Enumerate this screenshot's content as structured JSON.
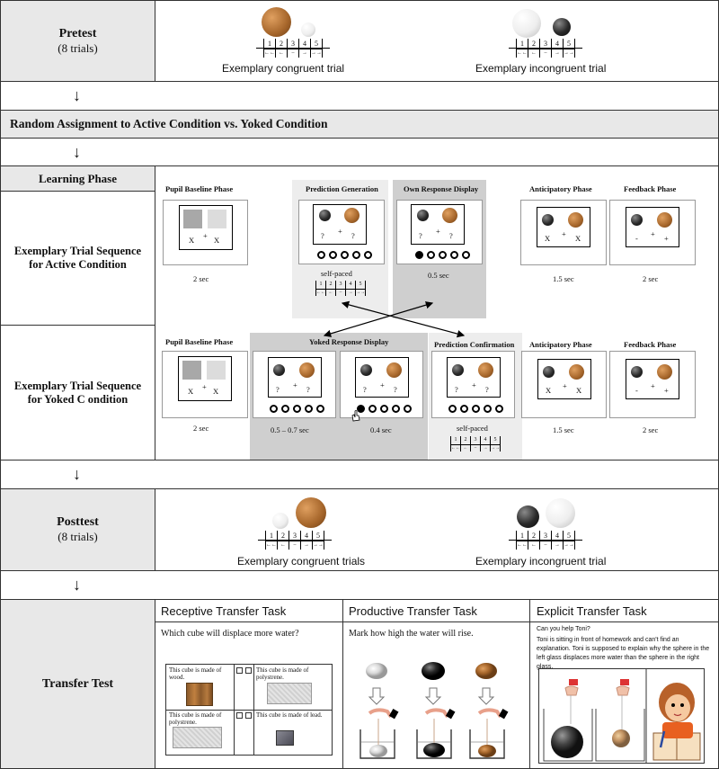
{
  "pretest": {
    "title": "Pretest",
    "subtitle": "(8 trials)",
    "caption_left": "Exemplary congruent trial",
    "caption_right": "Exemplary incongruent trial"
  },
  "scale_numbers": [
    "1",
    "2",
    "3",
    "4",
    "5"
  ],
  "scale_arrows": [
    "←←",
    "←",
    "–",
    "→",
    "→→"
  ],
  "arrow_symbol": "↓",
  "assignment": "Random Assignment to Active Condition vs. Yoked Condition",
  "learning": {
    "title": "Learning Phase",
    "active_label": "Exemplary Trial Sequence for Active Condition",
    "yoked_label": "Exemplary Trial Sequence for Yoked C ondition",
    "phases": {
      "pupil_baseline": "Pupil Baseline Phase",
      "prediction_generation": "Prediction Generation",
      "own_response": "Own Response Display",
      "anticipatory": "Anticipatory Phase",
      "feedback": "Feedback Phase",
      "yoked_response": "Yoked Response Display",
      "prediction_confirmation": "Prediction Confirmation"
    },
    "durations": {
      "two_sec": "2 sec",
      "self_paced": "self-paced",
      "half_sec": "0.5 sec",
      "one_half_sec": "1.5 sec",
      "range_sec": "0.5 – 0.7 sec",
      "point_four_sec": "0.4 sec"
    },
    "screen_symbols": {
      "x": "X",
      "plus": "+",
      "q": "?",
      "minus": "-"
    }
  },
  "posttest": {
    "title": "Posttest",
    "subtitle": "(8 trials)",
    "caption_left": "Exemplary congruent trials",
    "caption_right": "Exemplary incongruent trial"
  },
  "transfer": {
    "title": "Transfer Test",
    "receptive": {
      "title": "Receptive Transfer Task",
      "question": "Which cube will displace more water?",
      "cells": [
        "This cube is made of wood.",
        "This cube is made of polystrene.",
        "This cube is made of polystrene.",
        "This cube is made of lead."
      ]
    },
    "productive": {
      "title": "Productive Transfer Task",
      "question": "Mark how high the water will rise."
    },
    "explicit": {
      "title": "Explicit Transfer Task",
      "line1": "Can you help Toni?",
      "line2": "Toni is sitting in front of homework and can't find an explanation. Toni is supposed to explain why the sphere in the left glass displaces more water than the sphere in the right glass."
    }
  }
}
